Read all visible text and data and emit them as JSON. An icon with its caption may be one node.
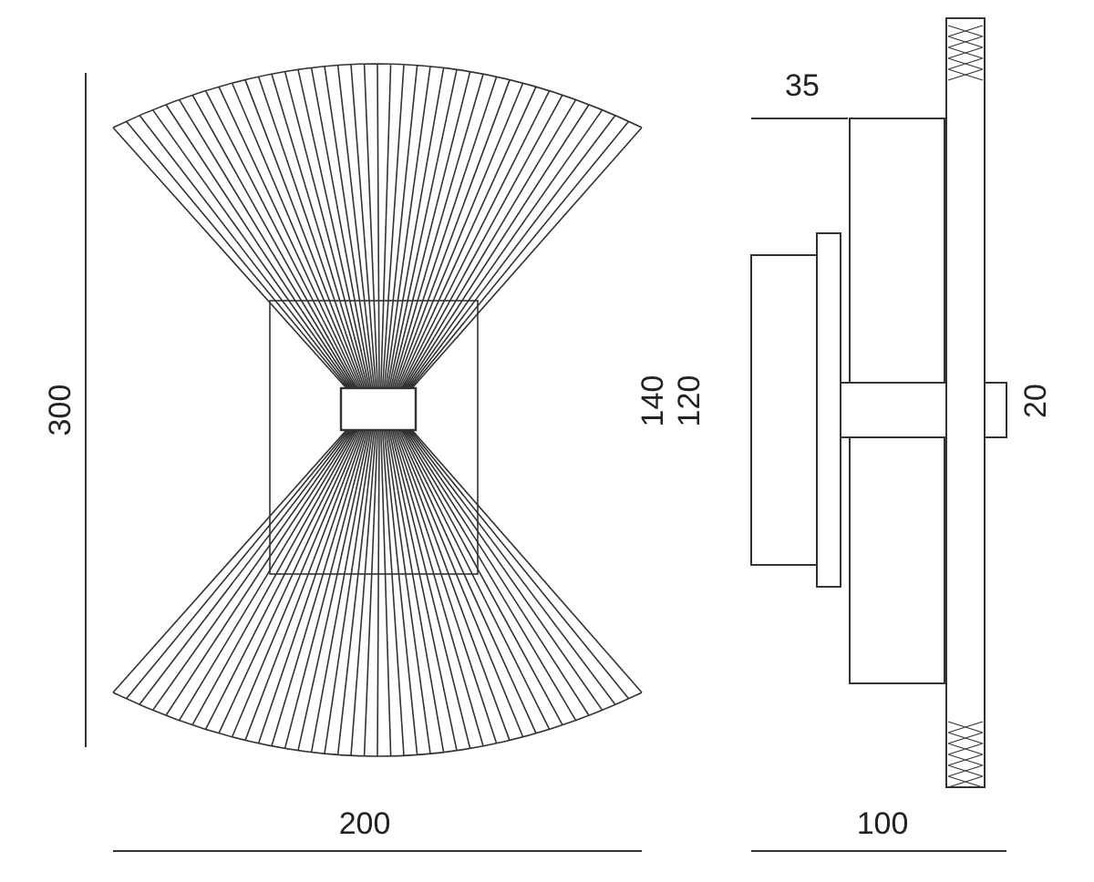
{
  "diagram": {
    "labels": [
      "35",
      "300",
      "140",
      "120",
      "20",
      "200",
      "100"
    ]
  }
}
